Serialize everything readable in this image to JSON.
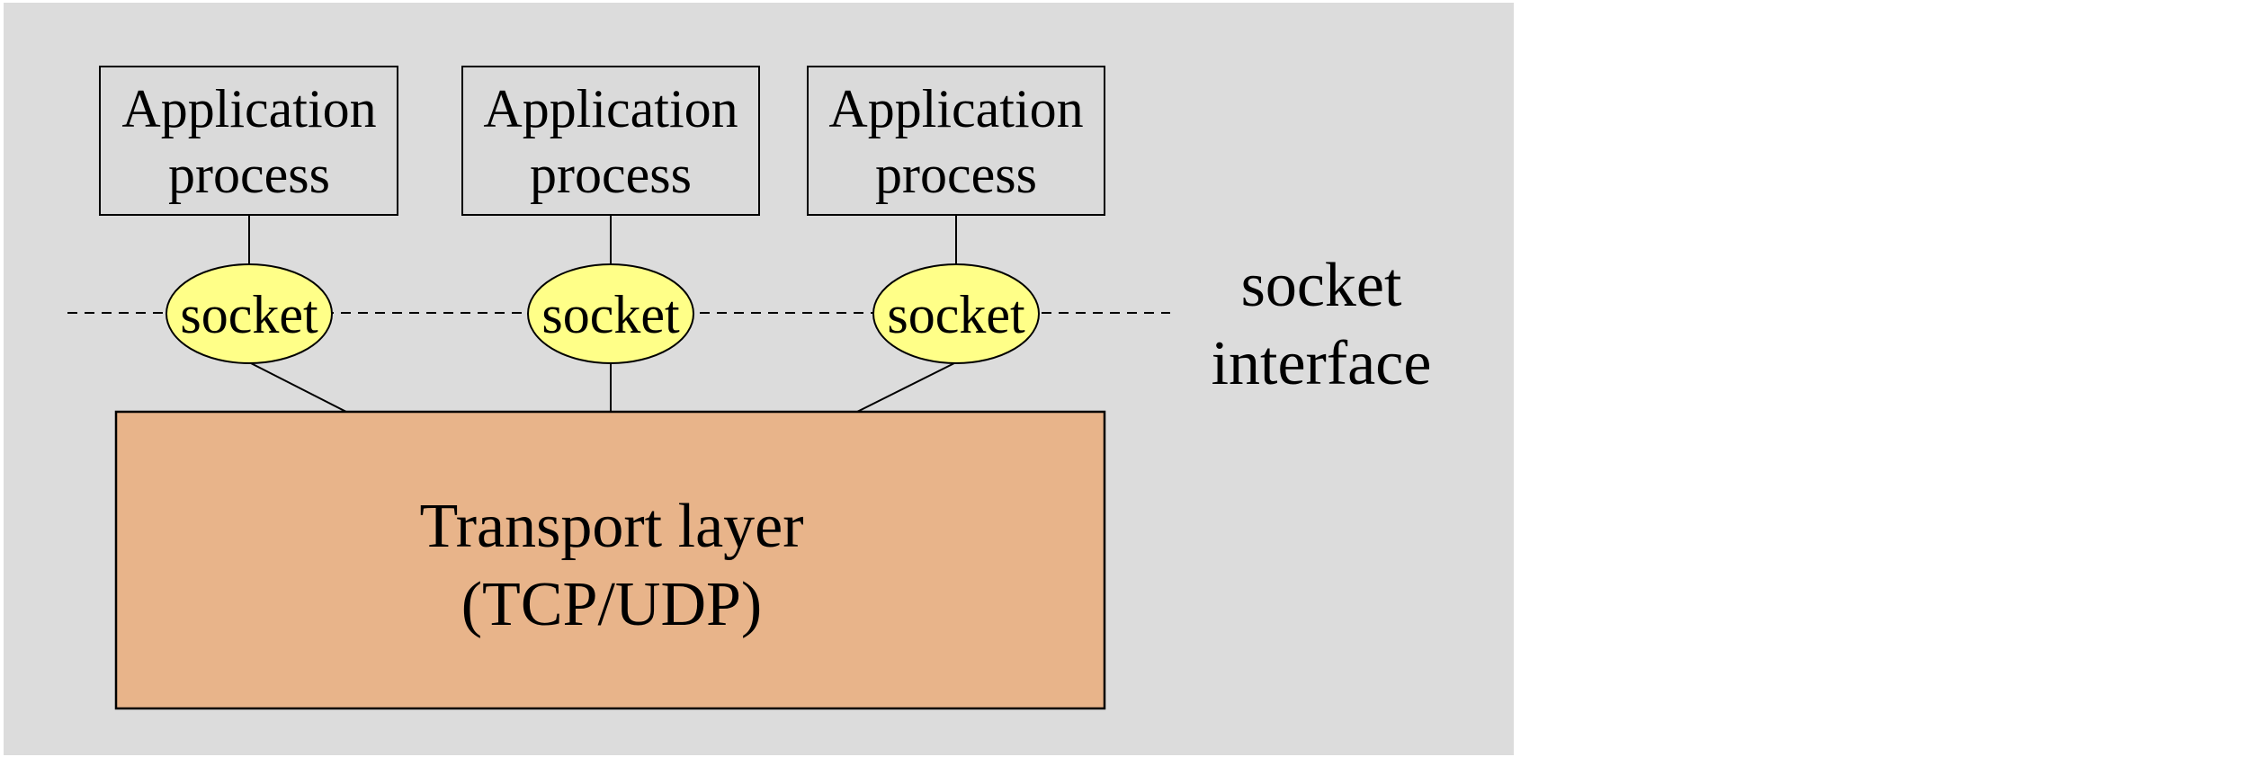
{
  "diagram": {
    "colors": {
      "panel_background": "#dcdcdc",
      "process_box_fill": "#dadada",
      "socket_fill": "#ffff88",
      "transport_fill": "#e8b48a",
      "stroke": "#000000"
    },
    "processes": [
      {
        "line1": "Application",
        "line2": "process"
      },
      {
        "line1": "Application",
        "line2": "process"
      },
      {
        "line1": "Application",
        "line2": "process"
      }
    ],
    "sockets": [
      {
        "label": "socket"
      },
      {
        "label": "socket"
      },
      {
        "label": "socket"
      }
    ],
    "interface_label": {
      "line1": "socket",
      "line2": "interface"
    },
    "transport": {
      "line1": "Transport layer",
      "line2": "(TCP/UDP)"
    }
  }
}
